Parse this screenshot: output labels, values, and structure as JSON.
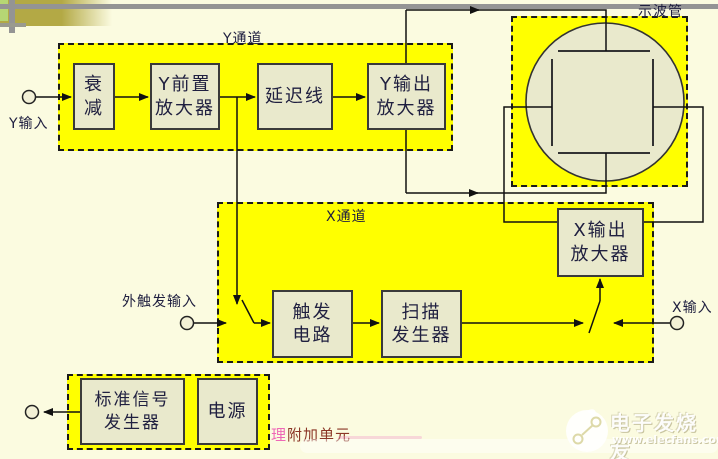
{
  "diagram": {
    "title_labels": {
      "y_channel": "Y通道",
      "x_channel": "X通道",
      "crt": "示波管"
    },
    "io_labels": {
      "y_input": "Y输入",
      "ext_trigger_input": "外触发输入",
      "x_input": "X输入"
    },
    "blocks": {
      "attenuator": "衰\n减",
      "y_preamp": "Y前置\n放大器",
      "delay_line": "延迟线",
      "y_output_amp": "Y输出\n放大器",
      "x_output_amp": "X输出\n放大器",
      "trigger_circuit": "触发\n电路",
      "sweep_generator": "扫描\n发生器",
      "standard_signal_generator": "标准信号\n发生器",
      "power_supply": "电源"
    },
    "footnote": {
      "prefix": "理",
      "text": "附加单元"
    },
    "colors": {
      "background": "#FBFBE0",
      "channel_fill": "#FFFF00",
      "block_fill": "#E9E9CC",
      "text": "#202040",
      "footnote_prefix": "#EE67B6",
      "footnote_text": "#8B3626"
    }
  },
  "watermark": {
    "brand": "电子发烧友",
    "url": "www.elecfans.com"
  }
}
